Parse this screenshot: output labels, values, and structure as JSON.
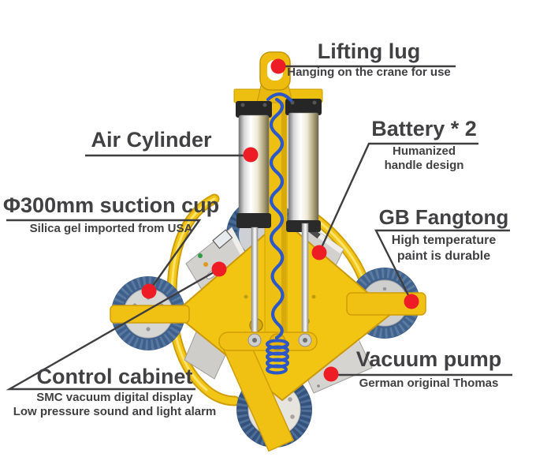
{
  "colors": {
    "label_text": "#414042",
    "leader_line": "#3e3e40",
    "callout_dot": "#ee1c24",
    "frame_yellow": "#f2c411",
    "brush_blue": "#46688f",
    "hose_blue": "#2b57c9",
    "panel_gray": "#d3d1cd"
  },
  "labels": {
    "lifting_lug": {
      "title": "Lifting lug",
      "subtitle": "Hanging on the crane for use"
    },
    "air_cylinder": {
      "title": "Air Cylinder"
    },
    "battery": {
      "title": "Battery * 2",
      "subtitle_line1": "Humanized",
      "subtitle_line2": "handle design"
    },
    "suction_cup": {
      "title": "Φ300mm suction cup",
      "subtitle": "Silica gel imported from USA"
    },
    "gb_fangtong": {
      "title": "GB Fangtong",
      "subtitle_line1": "High temperature",
      "subtitle_line2": "paint is durable"
    },
    "control_cabinet": {
      "title": "Control cabinet",
      "subtitle_line1": "SMC vacuum digital display",
      "subtitle_line2": "Low pressure sound and light alarm"
    },
    "vacuum_pump": {
      "title": "Vacuum pump",
      "subtitle": "German original Thomas"
    }
  }
}
